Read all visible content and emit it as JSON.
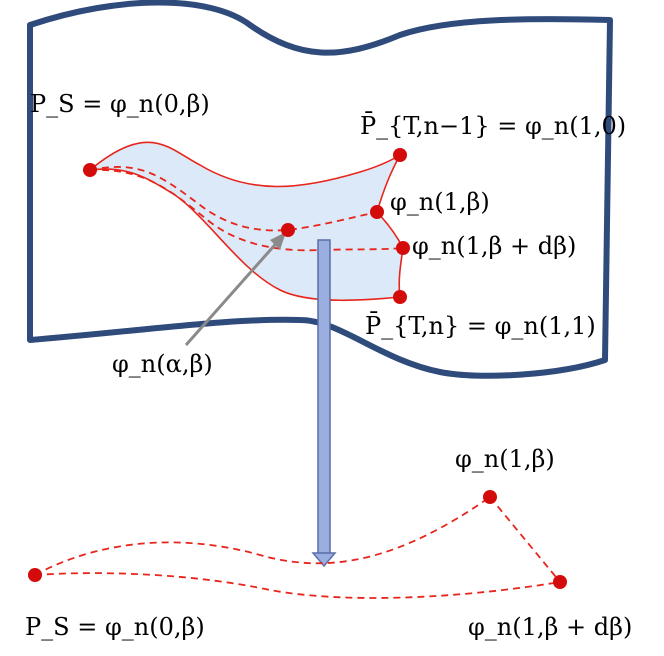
{
  "labels": {
    "ps_top": "P_S = φ_n(0,β)",
    "pt_prev": "P̄_{T,n−1} = φ_n(1,0)",
    "phi_1_beta_top": "φ_n(1,β)",
    "phi_1_beta_dbeta_top": "φ_n(1,β + dβ)",
    "pt_n": "P̄_{T,n} = φ_n(1,1)",
    "phi_alpha_beta": "φ_n(α,β)",
    "phi_1_beta_bottom": "φ_n(1,β)",
    "ps_bottom": "P_S = φ_n(0,β)",
    "phi_1_beta_dbeta_bottom": "φ_n(1,β + dβ)"
  },
  "colors": {
    "sheet_stroke": "#2f4b7c",
    "patch_stroke": "#e8251c",
    "patch_fill": "#dbe9f8",
    "point_fill": "#d40b0b",
    "arrow_fill": "#9aaee0",
    "arrow_stroke": "#5b6fa8",
    "pointer": "#8a8a8a"
  }
}
